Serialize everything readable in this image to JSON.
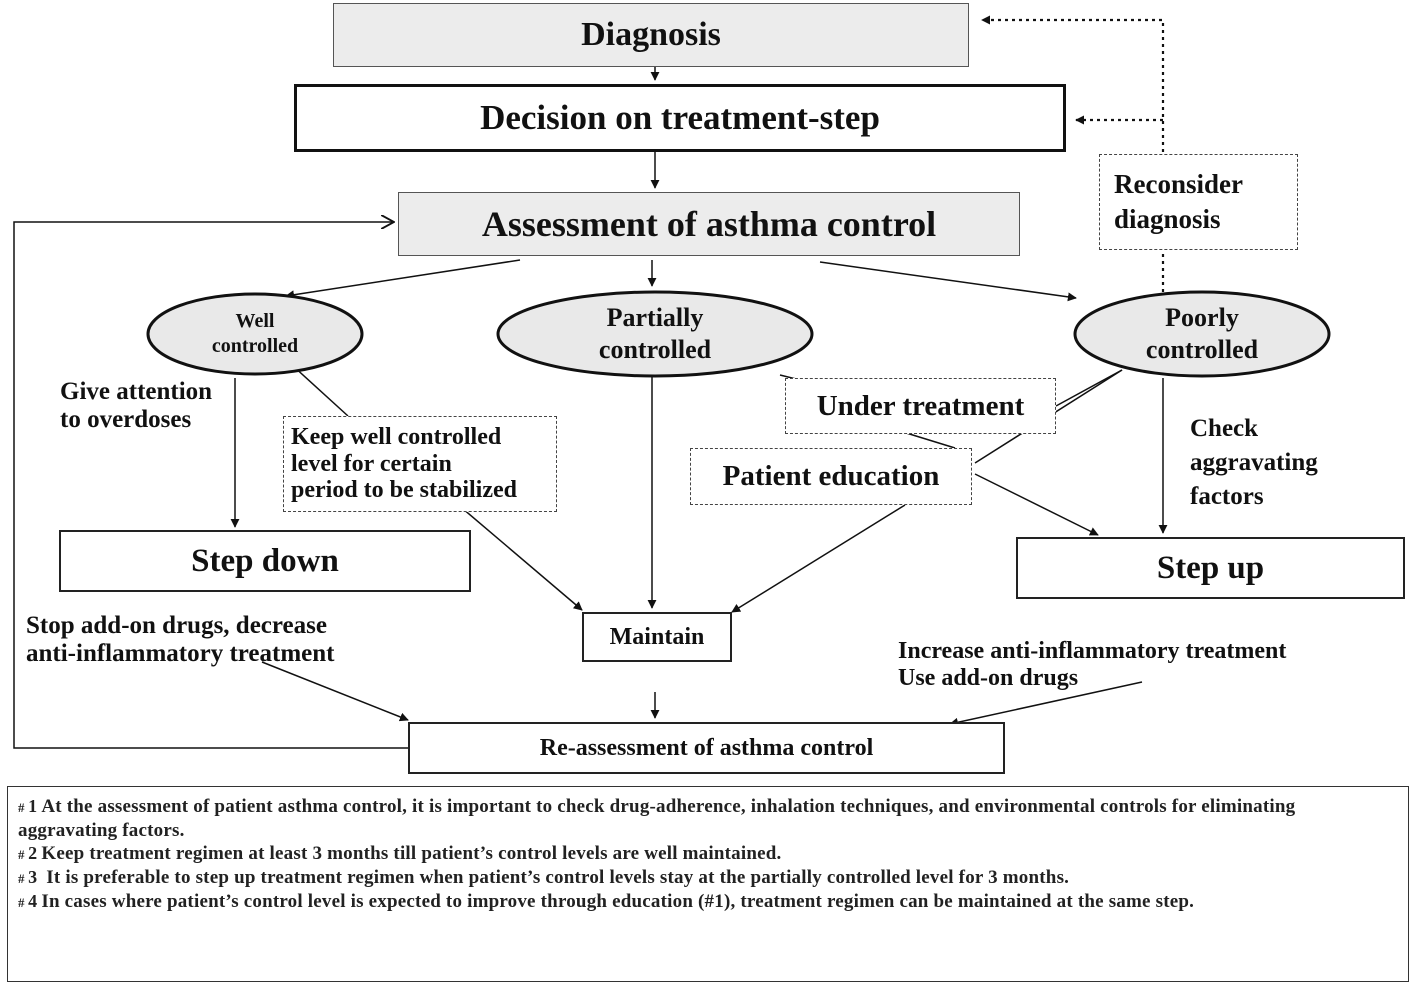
{
  "nodes": {
    "diagnosis": "Diagnosis",
    "decision": "Decision on treatment-step",
    "assessment": "Assessment of asthma control",
    "reconsider_line1": "Reconsider",
    "reconsider_line2": "diagnosis",
    "well_line1": "Well",
    "well_line2": "controlled",
    "partial_line1": "Partially",
    "partial_line2": "controlled",
    "poor_line1": "Poorly",
    "poor_line2": "controlled",
    "attention_line1": "Give attention",
    "attention_line2": "to overdoses",
    "keep_line1": "Keep well controlled",
    "keep_line2": "level for certain",
    "keep_line3": "period to be stabilized",
    "under_treatment": "Under treatment",
    "patient_education": "Patient education",
    "check_line1": "Check",
    "check_line2": "aggravating",
    "check_line3": "factors",
    "step_down": "Step down",
    "step_up": "Step up",
    "maintain": "Maintain",
    "stop_line1": "Stop add-on drugs, decrease",
    "stop_line2": "anti-inflammatory treatment",
    "increase_line1": "Increase anti-inflammatory treatment",
    "increase_line2": "Use add-on drugs",
    "reassessment": "Re-assessment of asthma control"
  },
  "notes": [
    {
      "marker": "#",
      "number": "1",
      "text": "At the assessment of patient asthma control, it is important to check drug-adherence, inhalation techniques, and environmental controls for eliminating  aggravating factors."
    },
    {
      "marker": "#",
      "number": "2",
      "text": "Keep treatment regimen at least 3 months till patient’s control levels are well maintained."
    },
    {
      "marker": "#",
      "number": "3",
      "text": " It is preferable to step up treatment regimen when patient’s control levels stay at the partially controlled level for 3 months."
    },
    {
      "marker": "#",
      "number": "4",
      "text": "In cases where patient’s control level is expected to improve through education (#1), treatment regimen can be maintained  at the same step."
    }
  ]
}
